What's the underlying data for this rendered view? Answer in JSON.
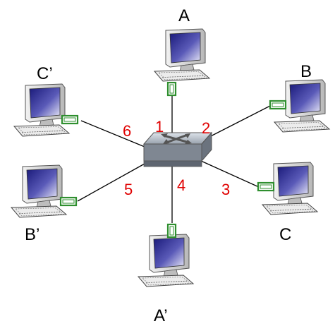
{
  "diagram": {
    "switch": {
      "name": "switch",
      "icon": "switch-icon"
    },
    "hosts": [
      {
        "id": "A",
        "label": "A",
        "port": "1"
      },
      {
        "id": "B",
        "label": "B",
        "port": "2"
      },
      {
        "id": "C",
        "label": "C",
        "port": "3"
      },
      {
        "id": "A2",
        "label": "A’",
        "port": "4"
      },
      {
        "id": "B2",
        "label": "B’",
        "port": "5"
      },
      {
        "id": "C2",
        "label": "C’",
        "port": "6"
      }
    ],
    "colors": {
      "port_label": "#e00000",
      "link": "#000000",
      "adapter": "#2f8f2f",
      "monitor_screen": "#26268a",
      "switch_body": "#9aa3ae"
    }
  }
}
